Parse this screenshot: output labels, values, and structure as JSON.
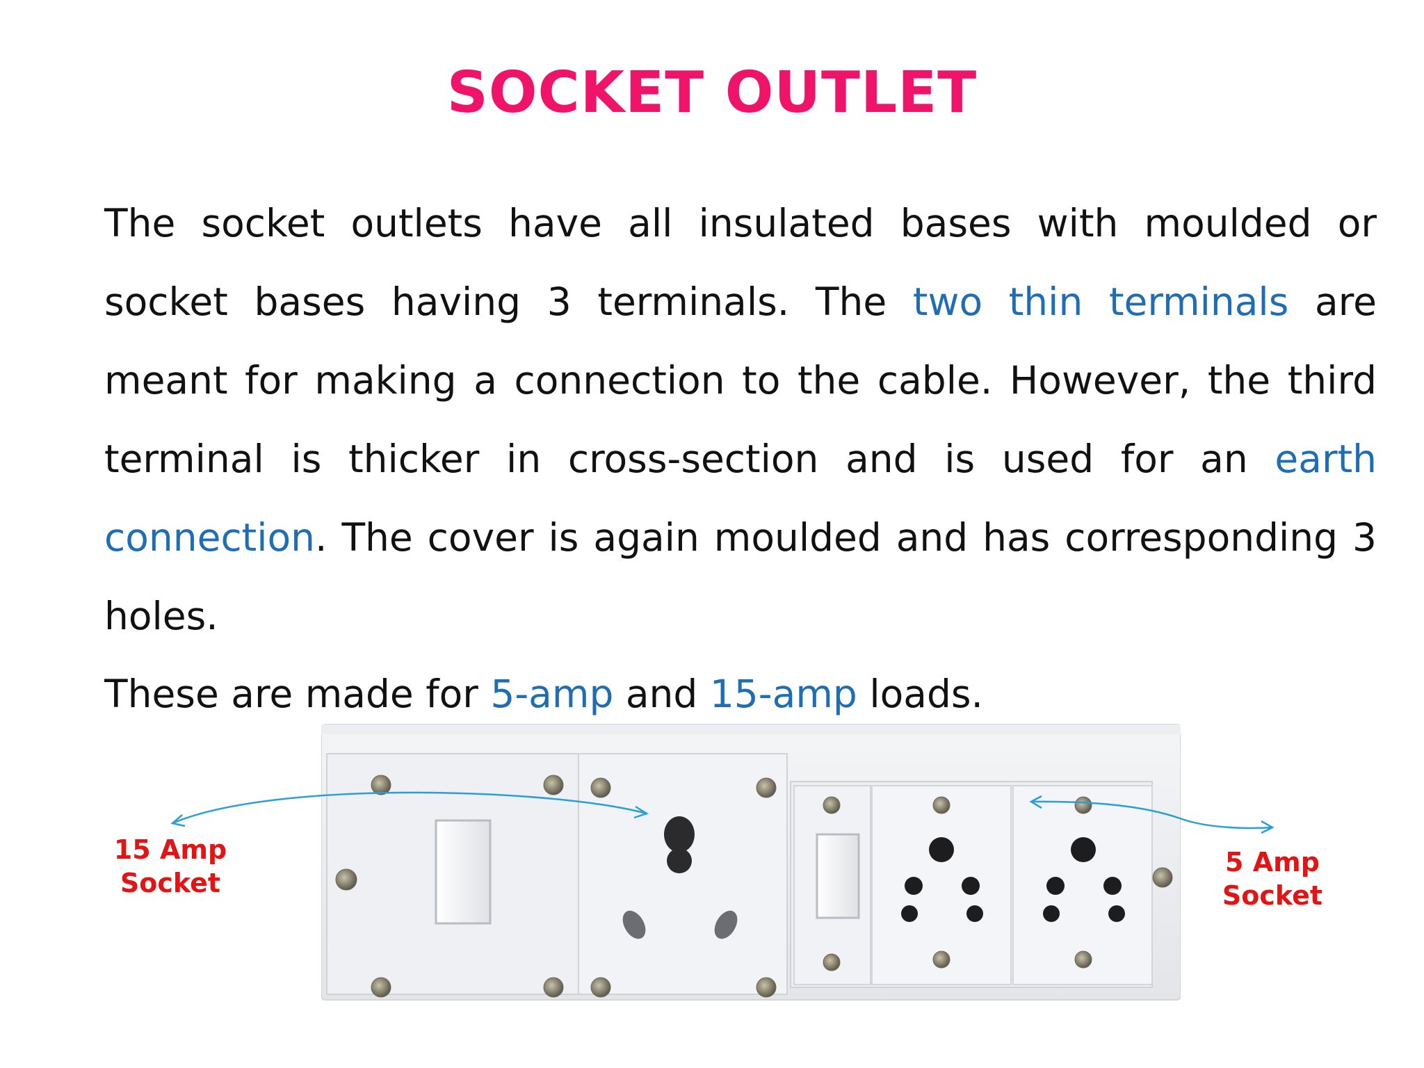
{
  "slide": {
    "title": "SOCKET OUTLET",
    "paragraph1": {
      "part1": "The socket outlets have all insulated bases with moulded or socket bases having 3 terminals. The ",
      "highlight1": "two thin terminals",
      "part2": " are meant for making a connection to the cable. However, the third terminal is thicker in cross-section and is used for an ",
      "highlight2": "earth connection",
      "part3": ". The cover is again moulded and has corresponding 3 holes."
    },
    "paragraph2": {
      "part1": "These are made for ",
      "highlight1": "5-amp",
      "part2": " and  ",
      "highlight2": "15-amp",
      "part3": " loads."
    }
  },
  "figure": {
    "label_left_line1": "15 Amp",
    "label_left_line2": "Socket",
    "label_right_line1": "5 Amp",
    "label_right_line2": "Socket"
  },
  "colors": {
    "title": "#f0136a",
    "highlight": "#1f6eb5",
    "body_text": "#111111",
    "label": "#e31414",
    "arrow": "#2a9fd6"
  }
}
